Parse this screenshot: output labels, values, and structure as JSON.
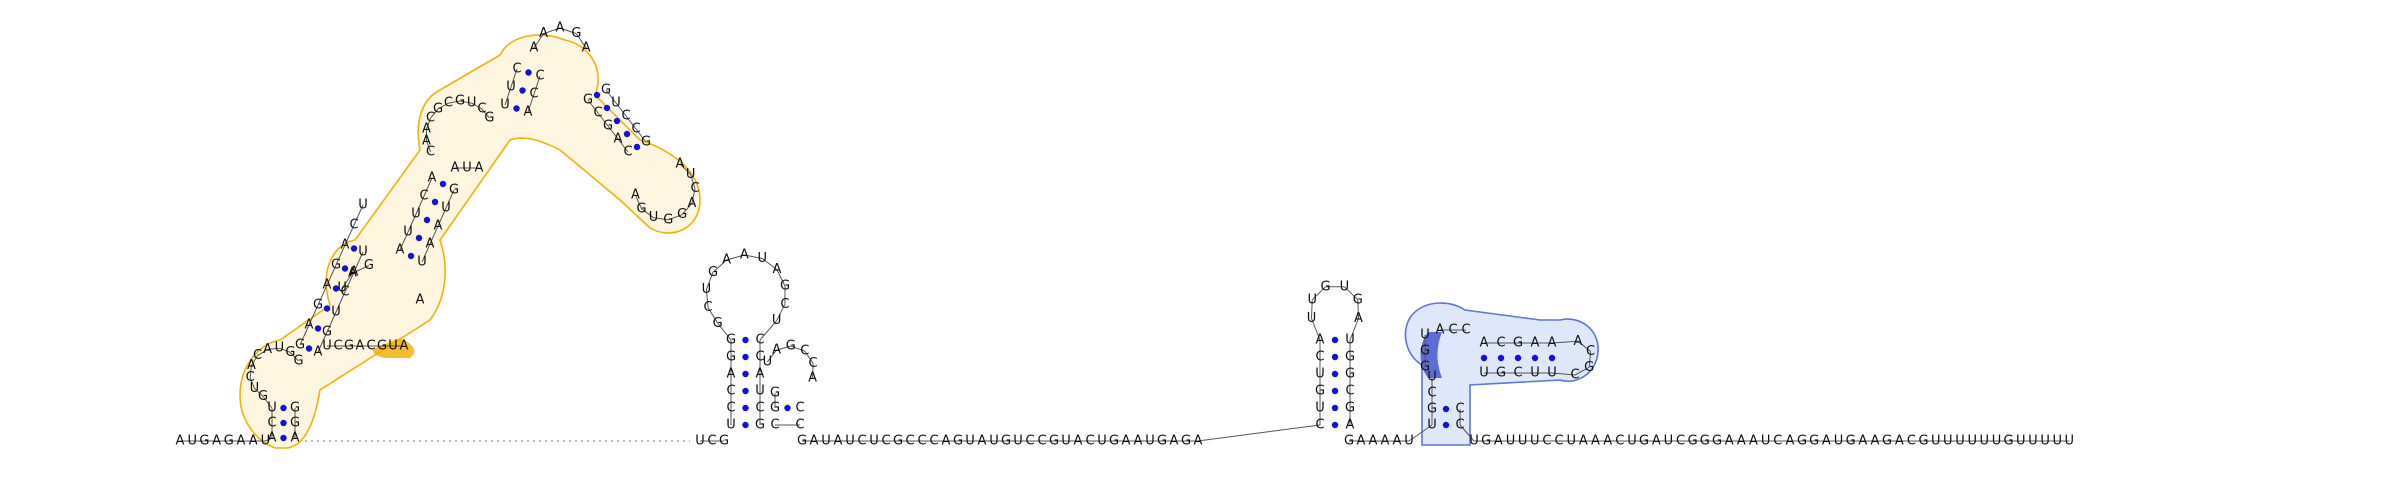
{
  "diagram": {
    "type": "rna-secondary-structure",
    "colors": {
      "highlight_orange": "#f2b20a",
      "highlight_orange_fill": "#fff6df",
      "highlight_blue": "#5a78d8",
      "highlight_blue_fill": "#dfe7fb",
      "highlight_blue_dark": "#4e5fd6",
      "base_pair_dot": "#1010e0",
      "backbone": "#555555"
    },
    "backbone_5prime": "AUGAGAAU",
    "backbone_mid1": "GAUAUCUCGCCCAGUAUGUCCGUACUGAAUGAGA",
    "backbone_mid2": "GAAAAU",
    "backbone_3prime": "UGAUUUCCUAAACUGAUCGGGAAAUCAGGAUGAAGACGUUUUUUGUUUUU",
    "structure_1": {
      "stem_a_left": "ACU",
      "stem_a_right": "AGG",
      "loop_a": "GUCACAUGG",
      "stem_b_left": "GAGAGACU",
      "stem_b_right": "AGUCAU",
      "interior_1_left": "UAG",
      "interior_1_right": "A",
      "stem_c_left": "AUUCA",
      "stem_c_right": "UAAUG",
      "interior_2_left": "AUA",
      "interior_2_right": "",
      "loop_c": "CAACGCGUCG",
      "stem_d_left": "UUC",
      "stem_d_right": "ACC",
      "loop_d": "AAAGA",
      "stem_e_left": "GCGAC",
      "stem_e_right": "GUCCG",
      "loop_e": "AUCAGGUGA",
      "highlighted_segment": "UCGACGUA"
    },
    "structure_2": {
      "left_junction": "UCG",
      "stem_a_left": "UCCAGG",
      "stem_a_right": "GCUACC",
      "loop_a": "GCUGAAUAGCU",
      "stem_b_left": "GG",
      "stem_b_right": "C",
      "loop_b": "UAGCCA",
      "bridge": "CC"
    },
    "structure_3": {
      "stem_left": "CUGUCA",
      "stem_right": "AGCGGU",
      "loop": "UUGUGA"
    },
    "structure_4": {
      "stem_a_left": "UGCU",
      "stem_a_right": "CC",
      "stem_b_top": "ACGAA",
      "stem_b_bottom": "UGCUU",
      "loop_b": "ACGC",
      "dark_segment": "UGG",
      "loop_top": "ACC"
    }
  }
}
